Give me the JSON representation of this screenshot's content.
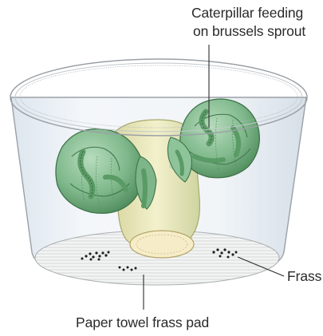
{
  "labels": {
    "caterpillar_line1": "Caterpillar feeding",
    "caterpillar_line2": "on brussels sprout",
    "frass": "Frass",
    "pad": "Paper towel frass pad"
  },
  "colors": {
    "sprout_dark": "#5d9a6a",
    "sprout_light": "#8fc49a",
    "caterpillar": "#5a9a65",
    "stem": "#e9e6b8",
    "container_outline": "#9aa0a6",
    "frass": "#1e1e1e"
  }
}
